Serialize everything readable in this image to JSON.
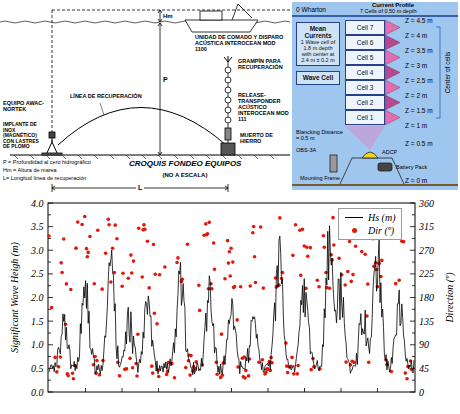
{
  "diagram": {
    "nodes": [
      {
        "text": [
          "Cell 7"
        ]
      },
      {
        "text": [
          "Cell 6"
        ]
      },
      {
        "text": [
          "Cell 5"
        ]
      },
      {
        "text": [
          "Cell 4"
        ]
      },
      {
        "text": [
          "Cell 3"
        ]
      },
      {
        "text": [
          "Cell 2"
        ]
      },
      {
        "text": [
          "Cell 1"
        ]
      },
      {
        "text": [
          "Mean Currents",
          "1 Wave cell of 1.8 m depth with center at 2.4 m ± 0.2 m"
        ]
      },
      {
        "text": [
          "Wave Cell"
        ]
      }
    ],
    "labels": [
      "Hm",
      "P",
      "L",
      "UNIDAD DE COMADO Y DISPARO ACÚSTICA INTEROCEAN MOD 1100",
      "GRAMPÍN PARA RECUPERACIÓN",
      "LÍNEA DE RECUPERACIÓN",
      "EQUIPO AWAC-NORTEK",
      "RELEASE-TRANSPONDER ACÚSTICO INTEROCEAN MOD 111",
      "IMPLANTE DE INOX (MAGNÉTICO) CON LASTRES DE PLOMO",
      "CROQUIS FONDEO EQUIPOS",
      "(NO A ESCALA)",
      "MUERTO DE HIERRO",
      "P = Profundidad al cero hidrográfico",
      "Hm = Altura de marea",
      "L= Longitud línea de recuperación",
      "0 Wharton",
      "Current Profile",
      "7 Cells of 0.50 m depth",
      "Z = 4.5 m",
      "Z = 4 m",
      "Z = 3.5 m",
      "Z = 3 m",
      "Z = 2.5 m",
      "Z = 2 m",
      "Z = 1.5 m",
      "Z = 1 m",
      "Z = 0.5 m",
      "Z = 0 m",
      "Center of cells",
      "Blancking Distance = 0.5 m",
      "OBS-3A",
      "ADCP",
      "Battery Pack",
      "Mounting Frame",
      "Significant Wave Heigh (m)",
      "Direction (º)",
      "0.0",
      "0.5",
      "1.0",
      "1.5",
      "2.0",
      "2.5",
      "3.0",
      "3.5",
      "4.0",
      "0",
      "45",
      "90",
      "135",
      "180",
      "225",
      "270",
      "315",
      "360"
    ],
    "legend": [
      {
        "text": "Hs (m)"
      },
      {
        "text": "Dir (º)",
        "color": "#e3170a"
      }
    ]
  }
}
